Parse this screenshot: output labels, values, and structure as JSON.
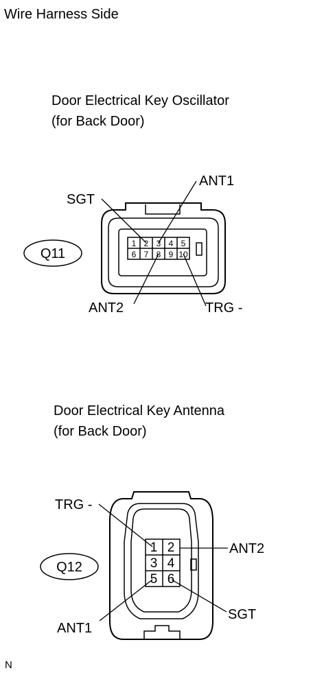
{
  "header": {
    "title": "Wire Harness Side"
  },
  "connectors": [
    {
      "title_line1": "Door Electrical Key Oscillator",
      "title_line2": "(for Back Door)",
      "id": "Q11",
      "pins_top": [
        "1",
        "2",
        "3",
        "4",
        "5"
      ],
      "pins_bottom": [
        "6",
        "7",
        "8",
        "9",
        "10"
      ],
      "labels": {
        "sgt": "SGT",
        "ant1": "ANT1",
        "ant2": "ANT2",
        "trg": "TRG -"
      }
    },
    {
      "title_line1": "Door Electrical Key Antenna",
      "title_line2": "(for Back Door)",
      "id": "Q12",
      "pins": [
        "1",
        "2",
        "3",
        "4",
        "5",
        "6"
      ],
      "labels": {
        "trg": "TRG -",
        "ant2": "ANT2",
        "ant1": "ANT1",
        "sgt": "SGT"
      }
    }
  ],
  "footer": {
    "mark": "N"
  }
}
